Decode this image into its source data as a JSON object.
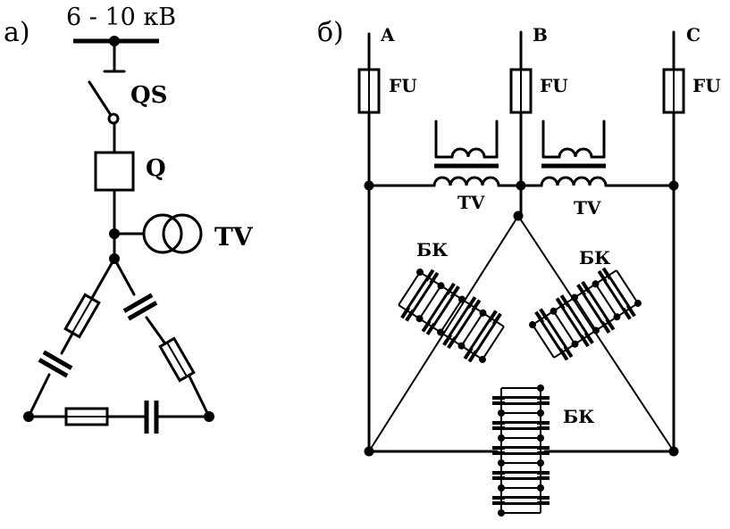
{
  "panel_a": {
    "label": "а)",
    "voltage": "6 - 10 кВ",
    "switch": "QS",
    "breaker": "Q",
    "transformer": "TV"
  },
  "panel_b": {
    "label": "б)",
    "phases": [
      "A",
      "B",
      "C"
    ],
    "fuse": "FU",
    "transformer": "TV",
    "capacitor_bank": "БК"
  }
}
